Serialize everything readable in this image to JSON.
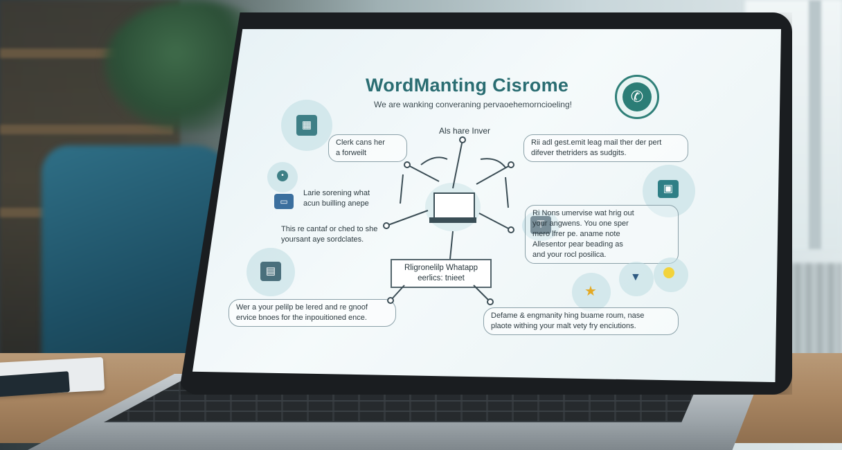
{
  "screen": {
    "title": "WordManting Cisrome",
    "subtitle": "We are wanking converaning pervaoehemorncioeling!",
    "center_label": "Als hare Inver",
    "left_top_note": "Clerk cans her\na forweilt",
    "left_mid_note": "Larie sorening what\nacun builling anepe",
    "left_mid_note2": "This re cantaf or ched to she\nyoursant aye sordclates.",
    "left_bottom_note": "Wer a your pelilp be lered and re gnoof\nervice bnoes for the inpouitioned ence.",
    "right_top_note": "Rii adl gest.emit leag mail ther der pert\ndifever thetriders as sudgits.",
    "right_mid_note": "Ri Nons umervise wat hrig out\nyour angwens. You one sper\nmero lfrer pe. aname note\nAllesentor pear beading as\nand your rocl posilica.",
    "right_bottom_note": "Defame & engmanity hing buame roum, nase\nplaote withing your malt vety fry enciutions.",
    "center_box": "Rligronelilp Whatapp\neerlics: tnieet",
    "colors": {
      "accent": "#2a6d72",
      "whatsapp": "#2b7d76",
      "star": "#e4a923"
    },
    "icons": [
      "calendar-icon",
      "chat-icon",
      "whatsapp-icon",
      "briefcase-icon",
      "laptop-icon",
      "star-icon",
      "smiley-icon",
      "screen-icon"
    ]
  }
}
